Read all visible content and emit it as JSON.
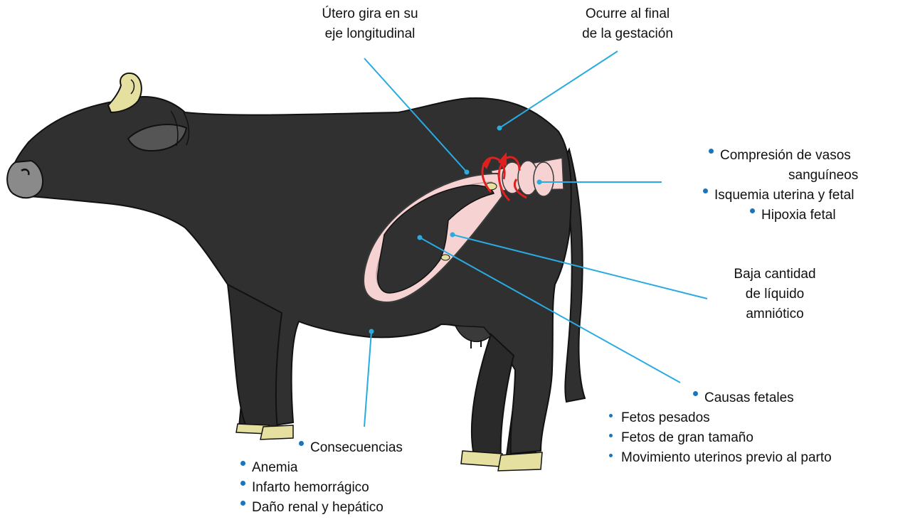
{
  "colors": {
    "leader": "#29abe2",
    "bullet": "#1a75bc",
    "cow_body": "#303030",
    "cow_outline": "#111111",
    "uterus": "#f7d2d2",
    "uterus_outline": "#3a3a3a",
    "rotation_arrow": "#e02020",
    "horn": "#e6e0a0",
    "hoof": "#e6e0a0"
  },
  "labels": {
    "uterus_rotation": [
      "Útero gira en su",
      "eje longitudinal"
    ],
    "end_of_gestation": [
      "Ocurre al final",
      "de la gestación"
    ],
    "vessel_effects": [
      {
        "text": "Compresión de vasos",
        "bullet": true
      },
      {
        "text": "sanguíneos",
        "bullet": false
      },
      {
        "text": "Isquemia uterina y fetal",
        "bullet": true
      },
      {
        "text": "Hipoxia fetal",
        "bullet": true
      }
    ],
    "amniotic_fluid": [
      "Baja cantidad",
      "de líquido",
      "amniótico"
    ],
    "fetal_causes": {
      "heading": "Causas fetales",
      "items": [
        "Fetos pesados",
        "Fetos de gran tamaño",
        "Movimiento uterinos previo al parto"
      ]
    },
    "consequences": {
      "heading": "Consecuencias",
      "items": [
        "Anemia",
        "Infarto hemorrágico",
        "Daño renal y hepático"
      ]
    }
  }
}
